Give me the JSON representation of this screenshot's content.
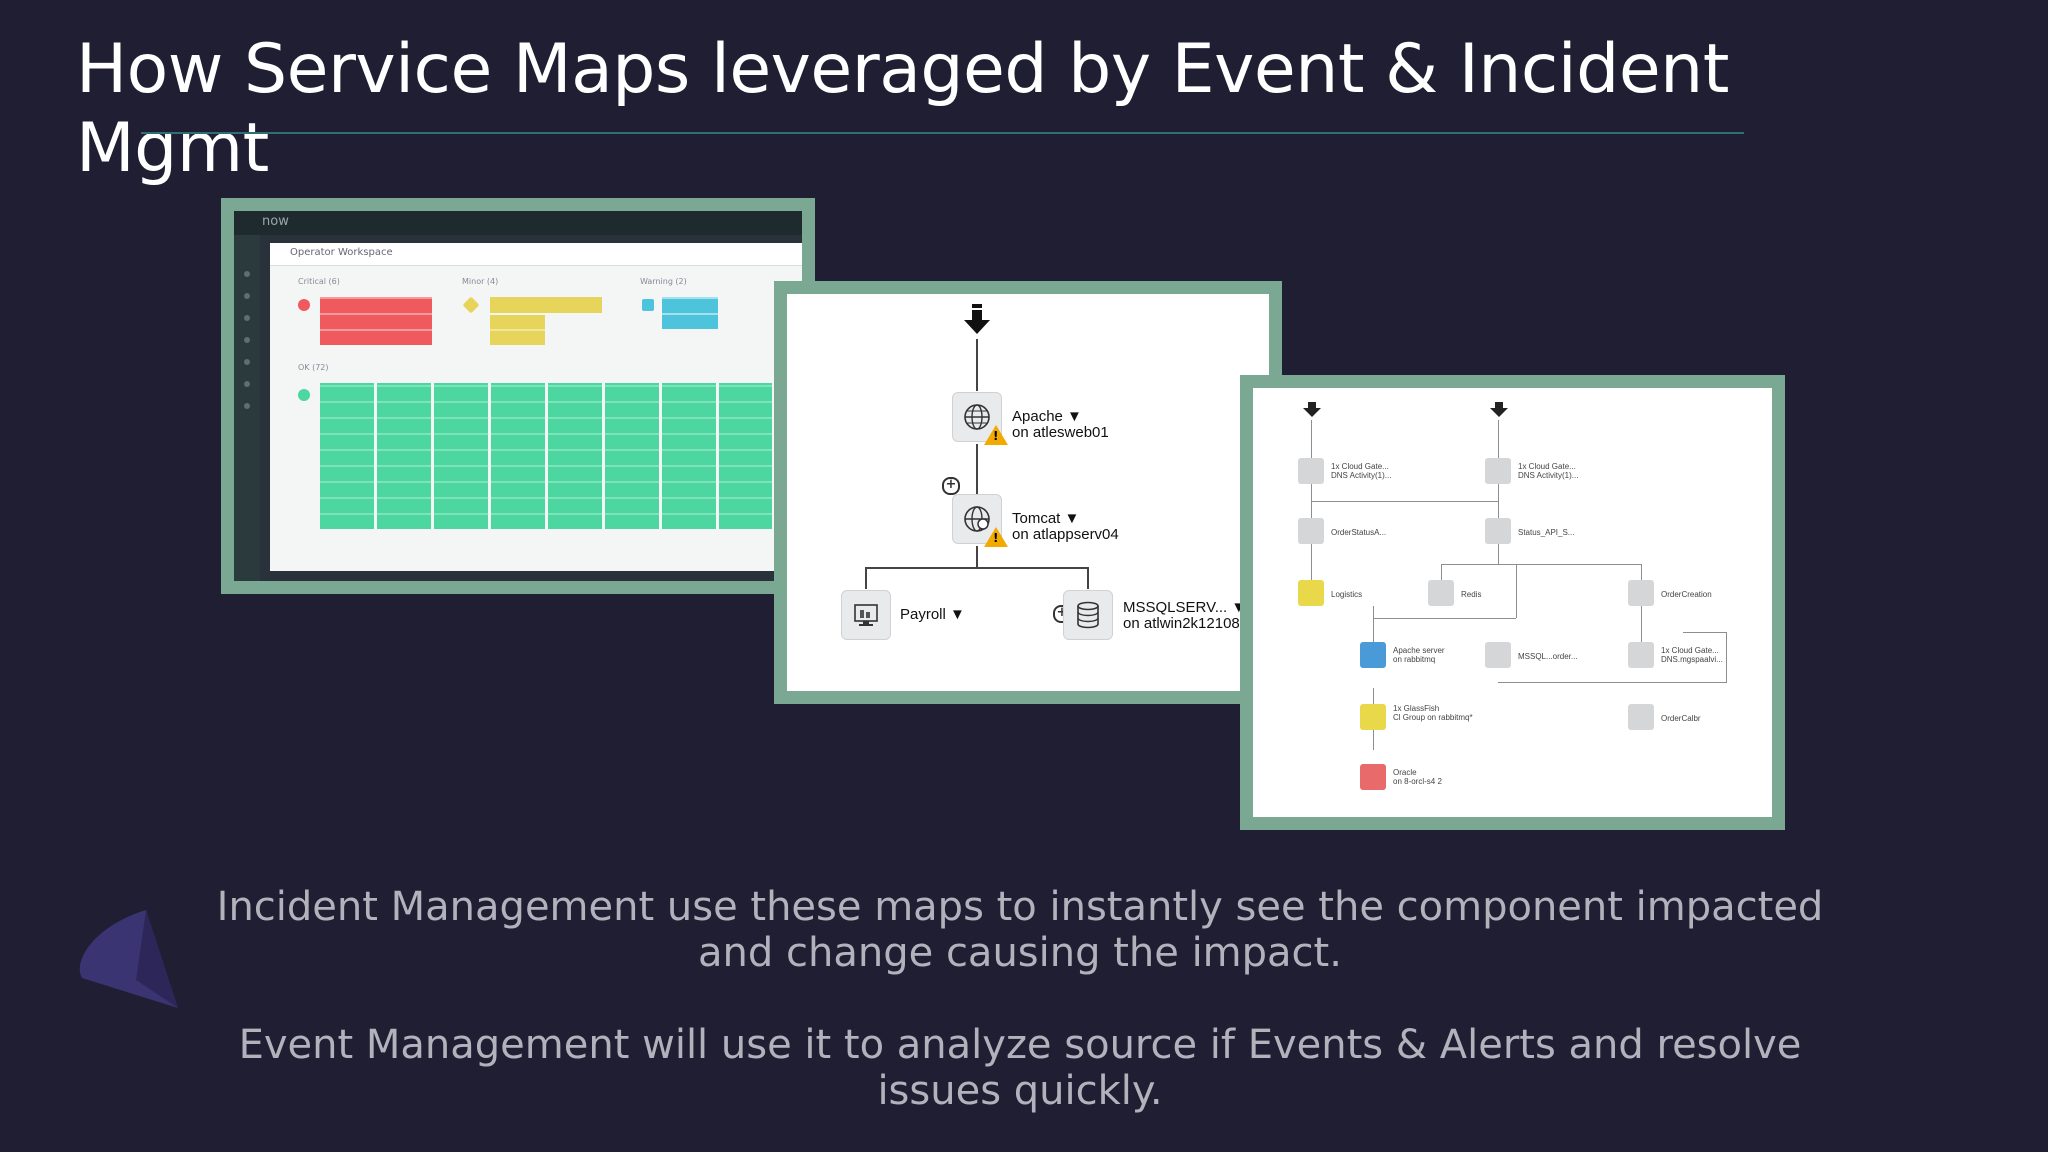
{
  "slide": {
    "title": "How Service Maps leveraged by Event & Incident Mgmt",
    "caption_1": "Incident Management use these maps to instantly see the component impacted and change causing the impact.",
    "caption_2": "Event Management will use it to analyze source if Events & Alerts and resolve issues quickly."
  },
  "workspace_shot": {
    "logo": "now",
    "header": "Operator Workspace",
    "sections": [
      "Critical (6)",
      "Minor (4)",
      "Warning (2)",
      "OK (72)"
    ]
  },
  "tomcat_map": {
    "nodes": [
      {
        "name": "Apache ▼",
        "host": "on atlesweb01",
        "icon": "globe-icon",
        "alert": true
      },
      {
        "name": "Tomcat ▼",
        "host": "on atlappserv04",
        "icon": "globe-gear-icon",
        "alert": true
      },
      {
        "name": "Payroll ▼",
        "host": "",
        "icon": "monitor-icon",
        "alert": false
      },
      {
        "name": "MSSQLSERV... ▼",
        "host": "on atlwin2k12108",
        "icon": "database-icon",
        "alert": false
      }
    ]
  },
  "cloud_map": {
    "nodes": [
      {
        "label": "1x Cloud Gate...",
        "sub": "DNS Activity(1)..."
      },
      {
        "label": "1x Cloud Gate...",
        "sub": "DNS Activity(1)..."
      },
      {
        "label": "OrderStatusA...",
        "sub": ""
      },
      {
        "label": "Status_API_S...",
        "sub": ""
      },
      {
        "label": "Logistics",
        "sub": ""
      },
      {
        "label": "Redis",
        "sub": ""
      },
      {
        "label": "OrderCreation",
        "sub": ""
      },
      {
        "label": "Apache server",
        "sub": "on rabbitmq"
      },
      {
        "label": "MSSQL...order...",
        "sub": ""
      },
      {
        "label": "1x Cloud Gate...",
        "sub": "DNS.mgspaalvi..."
      },
      {
        "label": "1x GlassFish",
        "sub": "Cl Group on rabbitmq*"
      },
      {
        "label": "OrderCalbr",
        "sub": ""
      },
      {
        "label": "Oracle",
        "sub": "on 8-orcl-s4 2"
      }
    ]
  },
  "colors": {
    "background": "#1f1e33",
    "frame": "#7aa893",
    "critical": "#ef5a5f",
    "minor": "#e7d45a",
    "warning": "#4dc4dc",
    "ok": "#4ed6a0"
  }
}
